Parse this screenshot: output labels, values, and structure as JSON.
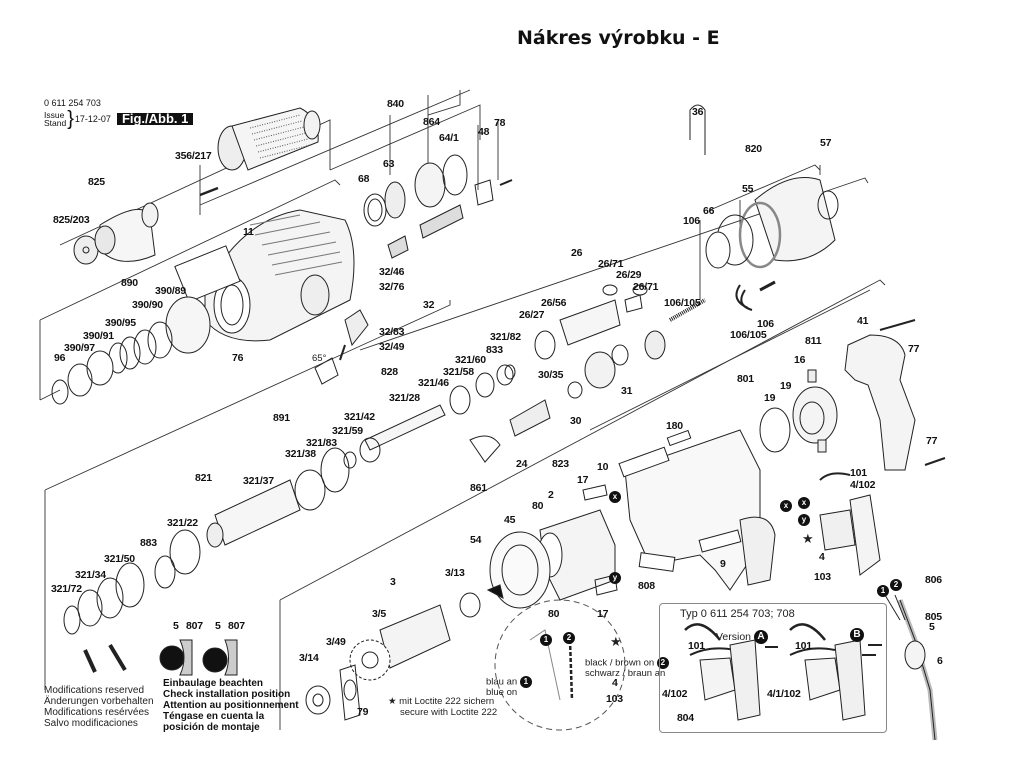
{
  "header": {
    "title": "Nákres výrobku - E"
  },
  "meta": {
    "part_number": "0 611 254 703",
    "issue_label_en": "Issue",
    "issue_label_de": "Stand",
    "issue_date": "17-12-07",
    "figure_label": "Fig./Abb. 1"
  },
  "parts": {
    "p840": "840",
    "p864": "864",
    "p64_1": "64/1",
    "p48": "48",
    "p78": "78",
    "p356_217": "356/217",
    "p68": "68",
    "p63": "63",
    "p825": "825",
    "p825_203": "825/203",
    "p11": "11",
    "p890": "890",
    "p390_89": "390/89",
    "p390_90": "390/90",
    "p390_95": "390/95",
    "p390_91": "390/91",
    "p390_97": "390/97",
    "p96": "96",
    "p76": "76",
    "p32_46": "32/46",
    "p32_76": "32/76",
    "p32": "32",
    "p32_83": "32/83",
    "p32_49": "32/49",
    "angle": "65°",
    "p36": "36",
    "p820": "820",
    "p57": "57",
    "p55": "55",
    "p106a": "106",
    "p66": "66",
    "p106_105a": "106/105",
    "p106b": "106",
    "p106_105b": "106/105",
    "p26": "26",
    "p26_71a": "26/71",
    "p26_29": "26/29",
    "p26_71b": "26/71",
    "p26_56": "26/56",
    "p26_27": "26/27",
    "p321_82": "321/82",
    "p833": "833",
    "p321_60": "321/60",
    "p321_58": "321/58",
    "p321_46": "321/46",
    "p828": "828",
    "p321_28": "321/28",
    "p30_35": "30/35",
    "p31": "31",
    "p30": "30",
    "p811": "811",
    "p41": "41",
    "p77a": "77",
    "p16": "16",
    "p801": "801",
    "p19a": "19",
    "p19b": "19",
    "p77b": "77",
    "p891": "891",
    "p321_42": "321/42",
    "p321_59": "321/59",
    "p321_83": "321/83",
    "p321_38": "321/38",
    "p24": "24",
    "p823": "823",
    "p180": "180",
    "p861": "861",
    "p10": "10",
    "p821": "821",
    "p321_37": "321/37",
    "p321_22": "321/22",
    "p883": "883",
    "p321_50": "321/50",
    "p321_34": "321/34",
    "p321_72": "321/72",
    "p2": "2",
    "p17a": "17",
    "p80a": "80",
    "p45": "45",
    "p54": "54",
    "p3_13": "3/13",
    "p3": "3",
    "p3_5": "3/5",
    "p3_49": "3/49",
    "p3_14": "3/14",
    "p79": "79",
    "p80b": "80",
    "p17b": "17",
    "p808": "808",
    "p9": "9",
    "p101a": "101",
    "p4_102a": "4/102",
    "p4a": "4",
    "p103a": "103",
    "p806": "806",
    "p805": "805",
    "p5a": "5",
    "p6": "6",
    "p4b": "4",
    "p103b": "103",
    "p5b": "5",
    "p807a": "807",
    "p5c": "5",
    "p807b": "807"
  },
  "connectors": {
    "x": "x",
    "y": "y",
    "one": "1",
    "two": "2"
  },
  "notes": {
    "modifications": [
      "Modifications reserved",
      "Änderungen vorbehalten",
      "Modifications resérvées",
      "Salvo modificaciones"
    ],
    "installation": [
      "Einbaulage beachten",
      "Check installation position",
      "Attention au positionnement",
      "Téngase en cuenta la",
      "posición de montaje"
    ],
    "loctite_de": "mit Loctite 222 sichern",
    "loctite_en": "secure with Loctite 222",
    "star": "★",
    "blue_de": "blau an",
    "blue_en": "blue on",
    "black_en": "black / brown on",
    "black_de": "schwarz / braun an"
  },
  "inset": {
    "title": "Typ 0 611 254 703; 708",
    "version_label": "Version",
    "version_a": "A",
    "version_b": "B",
    "a_101": "101",
    "a_4_102": "4/102",
    "a_804": "804",
    "b_101": "101",
    "b_4_1_102": "4/1/102"
  }
}
